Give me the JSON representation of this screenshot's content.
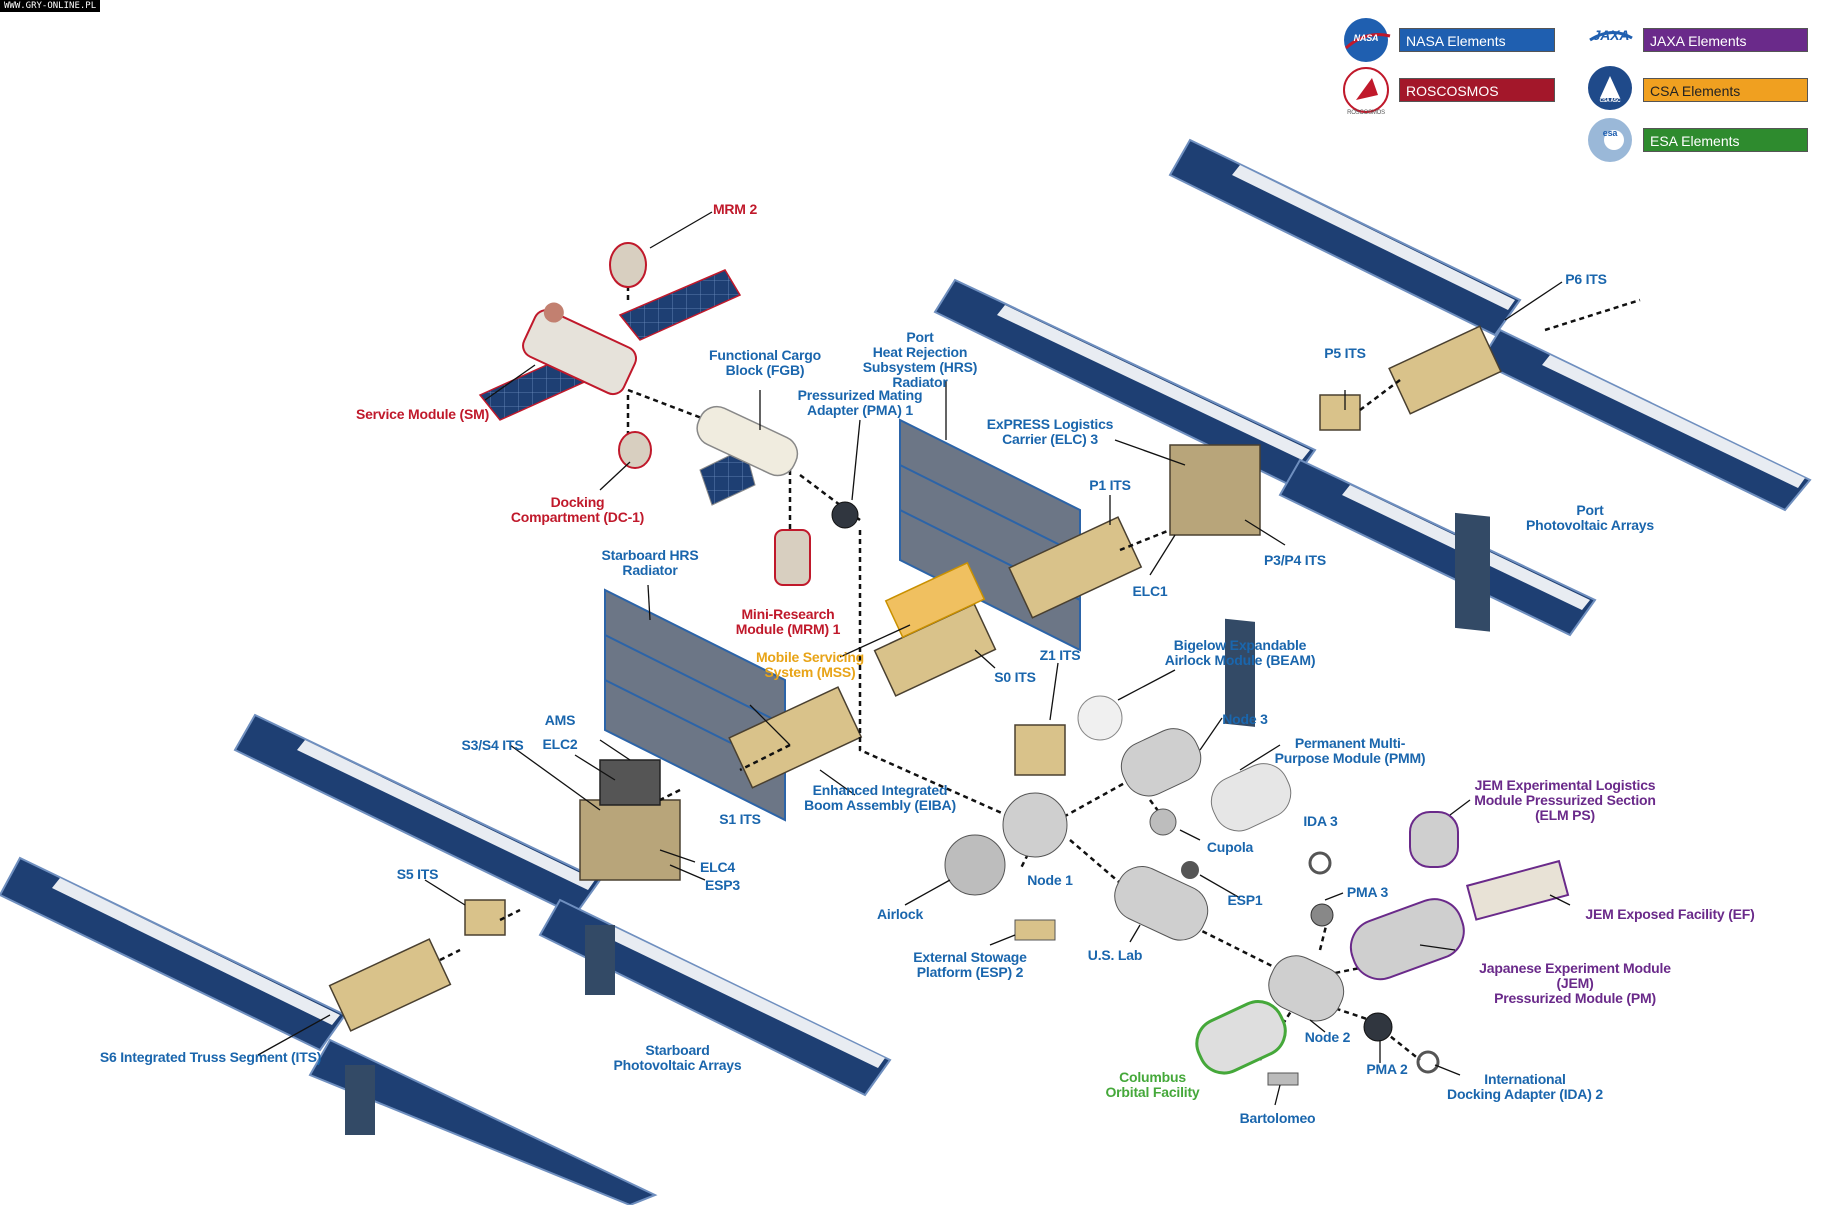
{
  "watermark": "WWW.GRY-ONLINE.PL",
  "colors": {
    "nasa": "#1f5fb0",
    "roscosmos": "#a3172a",
    "jaxa": "#6a2a8a",
    "csa": "#f0a020",
    "esa": "#2e8b2e",
    "solar_panel": "#1e3f73",
    "truss": "#d9c28a",
    "module": "#c9c9c9"
  },
  "legend": [
    {
      "key": "nasa",
      "text": "NASA Elements",
      "logo_text": "NASA",
      "icon": "nasa-meatball-icon"
    },
    {
      "key": "roscosmos",
      "text": "ROSCOSMOS Elements",
      "logo_text": "ROSCOSMOS",
      "icon": "roscosmos-logo-icon"
    },
    {
      "key": "jaxa",
      "text": "JAXA Elements",
      "logo_text": "JAXA",
      "icon": "jaxa-logo-icon"
    },
    {
      "key": "csa",
      "text": "CSA Elements",
      "logo_text": "CSA ASC",
      "icon": "csa-logo-icon"
    },
    {
      "key": "esa",
      "text": "ESA Elements",
      "logo_text": "esa",
      "icon": "esa-logo-icon"
    }
  ],
  "labels": {
    "mrm2": "MRM 2",
    "service_module": "Service Module (SM)",
    "docking_compartment": "Docking\nCompartment (DC-1)",
    "fgb": "Functional Cargo\nBlock (FGB)",
    "pma1": "Pressurized Mating\nAdapter (PMA) 1",
    "port_hrs": "Port\nHeat Rejection\nSubsystem (HRS) Radiator",
    "mrm1": "Mini-Research\nModule (MRM) 1",
    "starboard_hrs": "Starboard HRS\nRadiator",
    "mss": "Mobile Servicing\nSystem (MSS)",
    "elc3": "ExPRESS Logistics\nCarrier (ELC) 3",
    "p1": "P1 ITS",
    "p5": "P5 ITS",
    "p6": "P6 ITS",
    "p3p4": "P3/P4 ITS",
    "elc1": "ELC1",
    "port_pv": "Port\nPhotovoltaic Arrays",
    "s0": "S0 ITS",
    "z1": "Z1 ITS",
    "beam": "Bigelow Expandable\nAirlock Module (BEAM)",
    "node3": "Node 3",
    "pmm": "Permanent Multi-\nPurpose Module (PMM)",
    "ams": "AMS",
    "elc2": "ELC2",
    "s3s4": "S3/S4 ITS",
    "eiba": "Enhanced Integrated\nBoom Assembly (EIBA)",
    "s1": "S1 ITS",
    "cupola": "Cupola",
    "node1": "Node 1",
    "ida3": "IDA 3",
    "elm_ps": "JEM Experimental Logistics\nModule Pressurized Section\n(ELM PS)",
    "s5": "S5 ITS",
    "elc4": "ELC4",
    "esp3": "ESP3",
    "airlock": "Airlock",
    "esp1": "ESP1",
    "pma3": "PMA 3",
    "jem_ef": "JEM Exposed Facility (EF)",
    "esp2": "External Stowage\nPlatform (ESP) 2",
    "us_lab": "U.S. Lab",
    "jem_pm": "Japanese Experiment Module (JEM)\nPressurized Module (PM)",
    "s6": "S6 Integrated Truss Segment (ITS)",
    "starboard_pv": "Starboard\nPhotovoltaic Arrays",
    "node2": "Node 2",
    "columbus": "Columbus\nOrbital Facility",
    "pma2": "PMA 2",
    "ida2": "International\nDocking Adapter (IDA) 2",
    "bartolomeo": "Bartolomeo"
  }
}
